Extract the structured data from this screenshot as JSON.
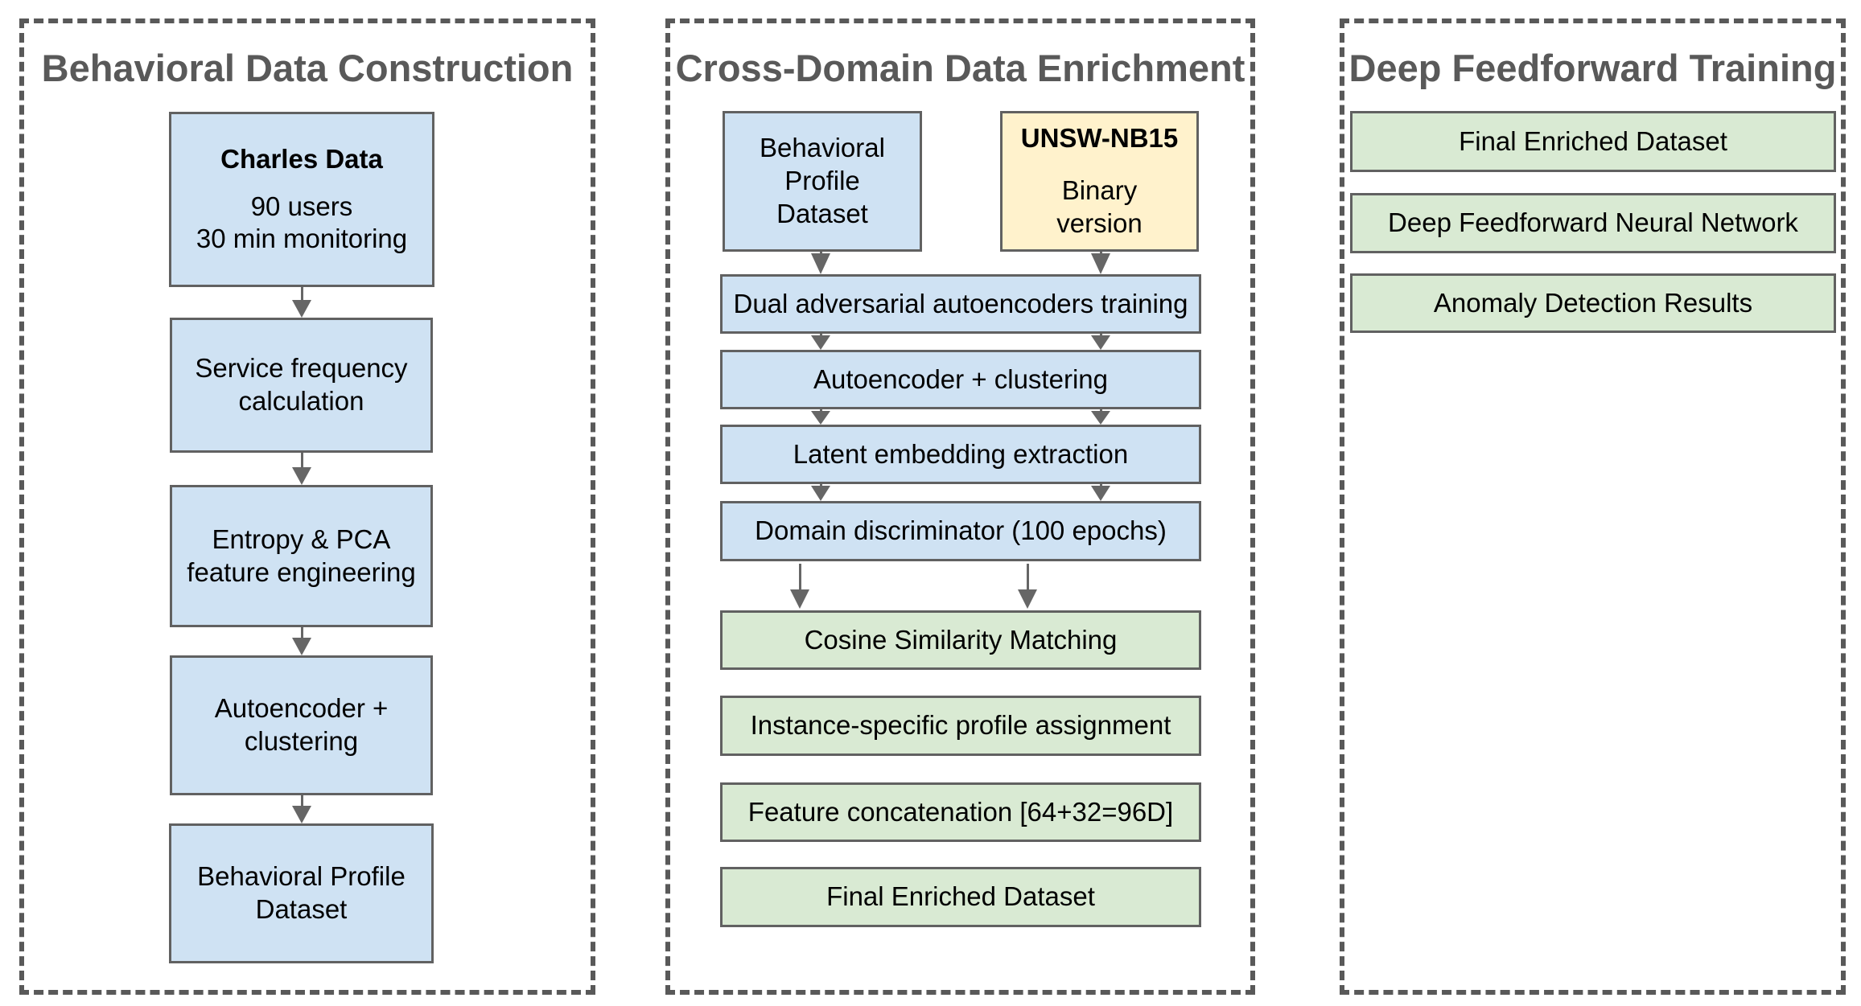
{
  "diagram": {
    "colors": {
      "node_blue": "#cfe2f3",
      "node_green": "#d9ead3",
      "node_yellow": "#fff2cc",
      "node_border": "#616161",
      "panel_border": "#595959",
      "title_text": "#595959",
      "arrow": "#666666",
      "body_text": "#000000"
    },
    "panels": [
      {
        "title": "Behavioral Data Construction",
        "boxes": [
          {
            "heading": "Charles Data",
            "body": "90 users\n30 min monitoring",
            "color": "blue"
          },
          {
            "label": "Service frequency\ncalculation",
            "color": "blue"
          },
          {
            "label": "Entropy & PCA\nfeature engineering",
            "color": "blue"
          },
          {
            "label": "Autoencoder +\nclustering",
            "color": "blue"
          },
          {
            "label": "Behavioral Profile\nDataset",
            "color": "blue"
          }
        ]
      },
      {
        "title": "Cross-Domain Data Enrichment",
        "boxes": [
          {
            "label": "Behavioral\nProfile\nDataset",
            "color": "blue"
          },
          {
            "heading": "UNSW-NB15",
            "body": "Binary\nversion",
            "color": "yellow"
          },
          {
            "label": "Dual adversarial autoencoders training",
            "color": "blue"
          },
          {
            "label": "Autoencoder + clustering",
            "color": "blue"
          },
          {
            "label": "Latent embedding extraction",
            "color": "blue"
          },
          {
            "label": "Domain discriminator (100 epochs)",
            "color": "blue"
          },
          {
            "label": "Cosine Similarity Matching",
            "color": "green"
          },
          {
            "label": "Instance-specific profile assignment",
            "color": "green"
          },
          {
            "label": "Feature concatenation [64+32=96D]",
            "color": "green"
          },
          {
            "label": "Final Enriched Dataset",
            "color": "green"
          }
        ]
      },
      {
        "title": "Deep Feedforward Training",
        "boxes": [
          {
            "label": "Final Enriched Dataset",
            "color": "green"
          },
          {
            "label": "Deep Feedforward Neural Network",
            "color": "green"
          },
          {
            "label": "Anomaly Detection Results",
            "color": "green"
          }
        ]
      }
    ]
  }
}
